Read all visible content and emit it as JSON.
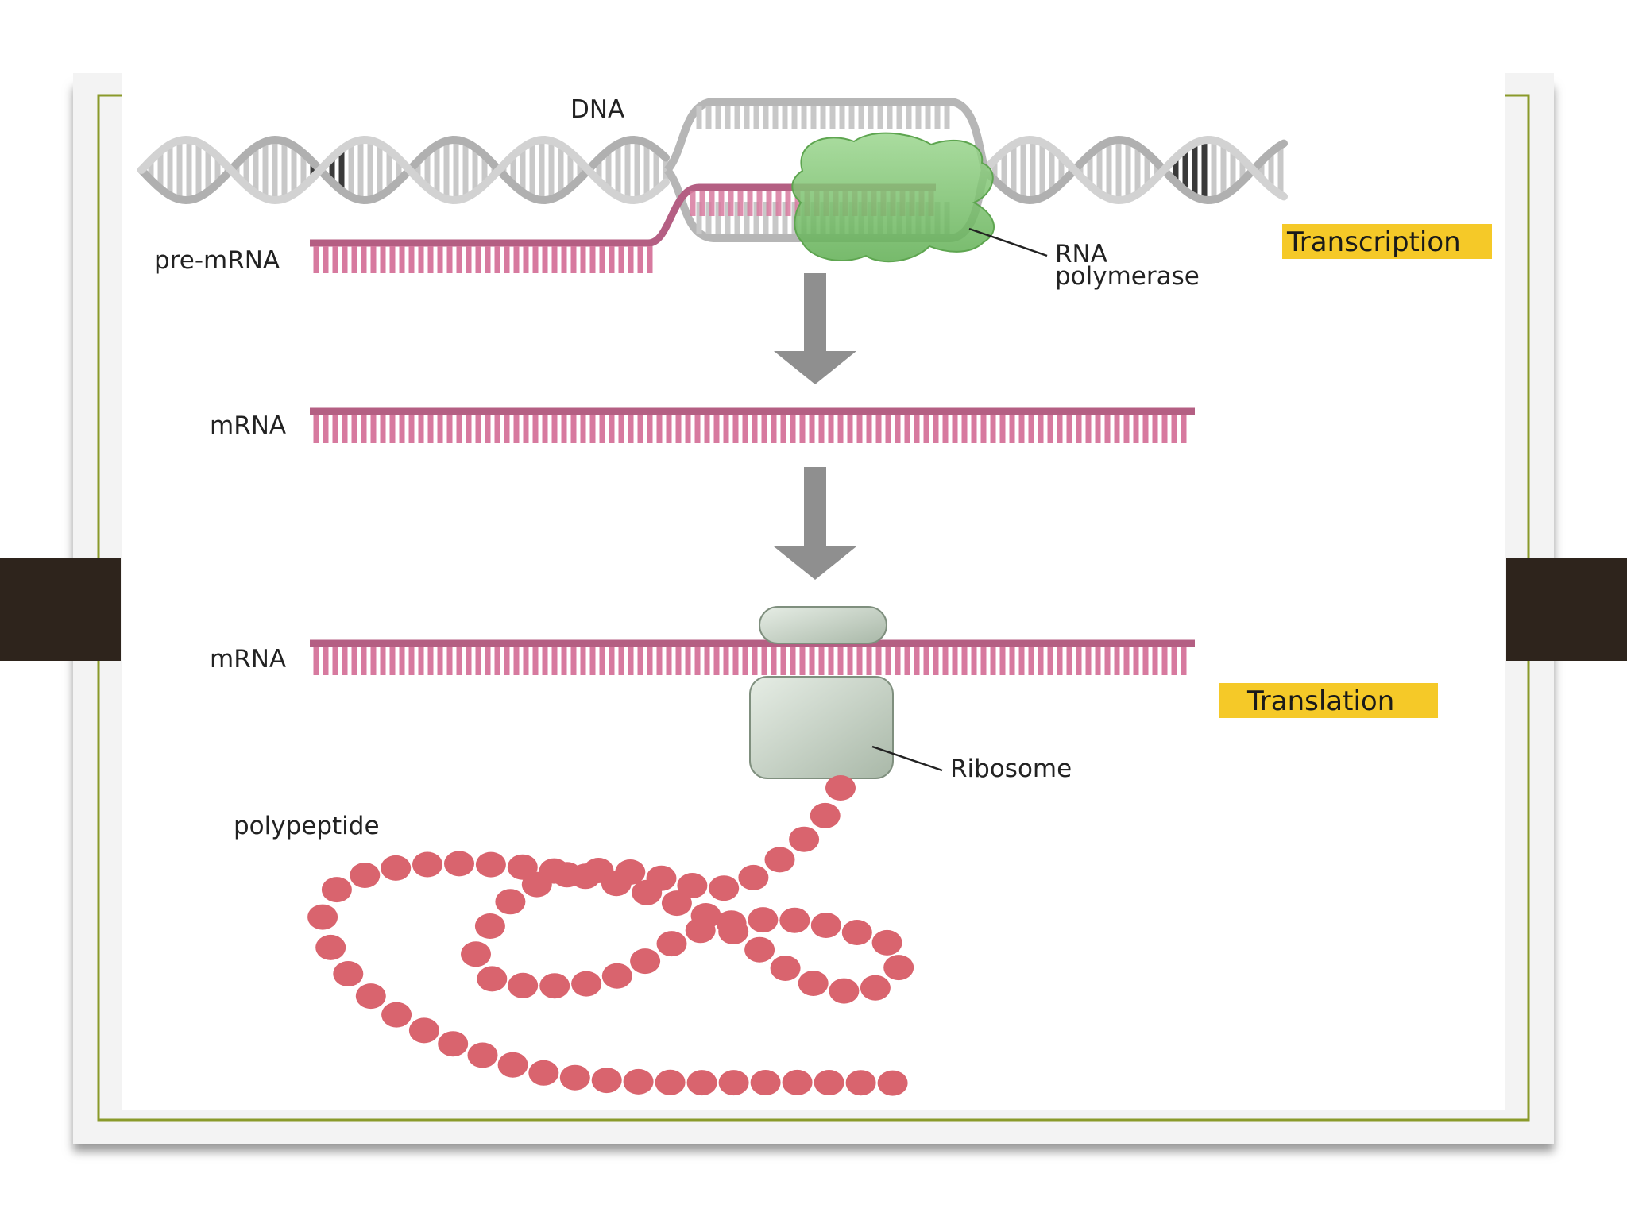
{
  "labels": {
    "dna": "DNA",
    "pre_mrna": "pre-mRNA",
    "rna_polymerase_line1": "RNA",
    "rna_polymerase_line2": "polymerase",
    "transcription": "Transcription",
    "mrna_1": "mRNA",
    "mrna_2": "mRNA",
    "translation": "Translation",
    "ribosome": "Ribosome",
    "polypeptide": "polypeptide"
  },
  "colors": {
    "dna_strand": "#c8c8c8",
    "dna_dark_segment": "#3a3a3a",
    "mrna": "#d77a9f",
    "mrna_backbone": "#b45f83",
    "polymerase": "#79c46c",
    "ribosome": "#c7d3c6",
    "polypeptide_bead": "#d9646e",
    "arrow": "#8f8f8f",
    "tag_highlight": "#f5c928",
    "frame_border": "#8a9a2a",
    "side_tab": "#2e241c"
  }
}
